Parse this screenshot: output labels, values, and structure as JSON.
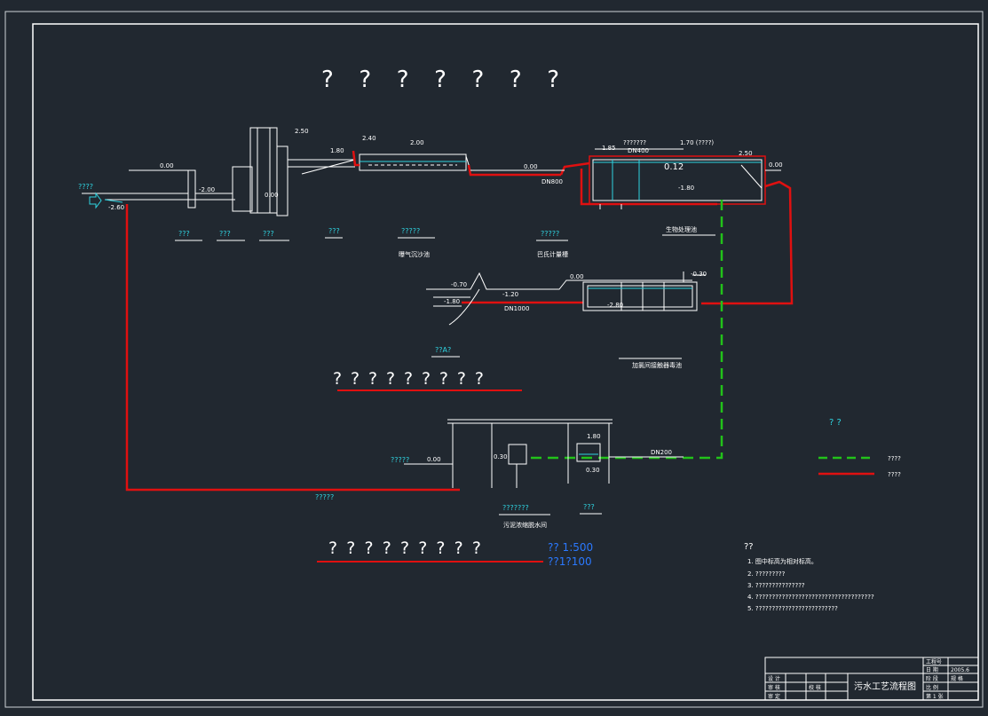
{
  "title_chars": "? ? ? ? ? ? ?",
  "units": {
    "u1": "???",
    "u2": "???",
    "u3": "???",
    "u4": "???",
    "u5": "?????",
    "u6": "?????",
    "u7": "??A?",
    "u8": "???????",
    "u9": "???"
  },
  "unit_names": {
    "aeration_grit": "曝气沉沙池",
    "parshall_flume": "巴氏计量槽",
    "bio_tank": "生物处理池",
    "contact_tank": "加氯间接触器毒池",
    "sludge_house": "污泥浓缩脱水间"
  },
  "headings": {
    "process_elevation": "? ? ? ? ? ? ? ? ?",
    "sludge_elevation": "? ? ? ? ? ? ? ? ?"
  },
  "scales": {
    "horizontal": "?? 1:500",
    "vertical": "??1?100"
  },
  "labels": {
    "inflow": "????",
    "outflow": "?????",
    "sludge_out": "?????",
    "pipe_dn800": "DN800",
    "pipe_dn1000": "DN1000",
    "pipe_dn400": "DN400",
    "pipe_dn200": "DN200",
    "bio_top": "???????",
    "bio_dim": "1.70  (????)"
  },
  "elevations": {
    "e_in": "0.00",
    "e_in2": "-2.60",
    "e_screen": "0.00",
    "e_screen2": "-2.00",
    "e_pump": "2.50",
    "e_pump2": "1.80",
    "e_grit": "2.40",
    "e_grit2": "2.00",
    "e_bio1": "1.85",
    "e_bio2": "0.12",
    "e_bio3": "-1.80",
    "e_bio4": "2.50",
    "e_bio5": "0.00",
    "e_flume": "0.00",
    "e_c1": "-0.70",
    "e_c2": "-1.20",
    "e_c3": "-1.80",
    "e_c4": "0.00",
    "e_c5": "-2.80",
    "e_c6": "-0.30",
    "e_s1": "0.00",
    "e_s2": "0.30",
    "e_s3": "1.80",
    "e_s4": "0.30"
  },
  "legend": {
    "heading": "? ?",
    "dashed_label": "????",
    "solid_label": "????",
    "colors": {
      "dashed": "#22c21a",
      "solid": "#e01010"
    }
  },
  "notes": {
    "heading": "??",
    "items": [
      "1.  图中标高为相对标高。",
      "2.  ?????????",
      "3.  ???????????????",
      "4.  ????????????????????????????????????",
      "5.  ?????????????????????????"
    ]
  },
  "title_block": {
    "drawing_title": "污水工艺流程图",
    "cells": {
      "design": "设 计",
      "check": "审 核",
      "approve": "审 定",
      "proof": "校 核",
      "project_no": "工程号",
      "date_label": "日 期",
      "date": "2005.6",
      "sheet": "第 1 张",
      "scale": "比 例",
      "phase": "阶 段",
      "spec": "规 格"
    }
  },
  "colors": {
    "background": "#212830",
    "outline": "#ffffff",
    "water": "#2fd3e0",
    "flow_red": "#e01010",
    "return_green": "#22c21a",
    "scale_blue": "#2b79ff"
  }
}
